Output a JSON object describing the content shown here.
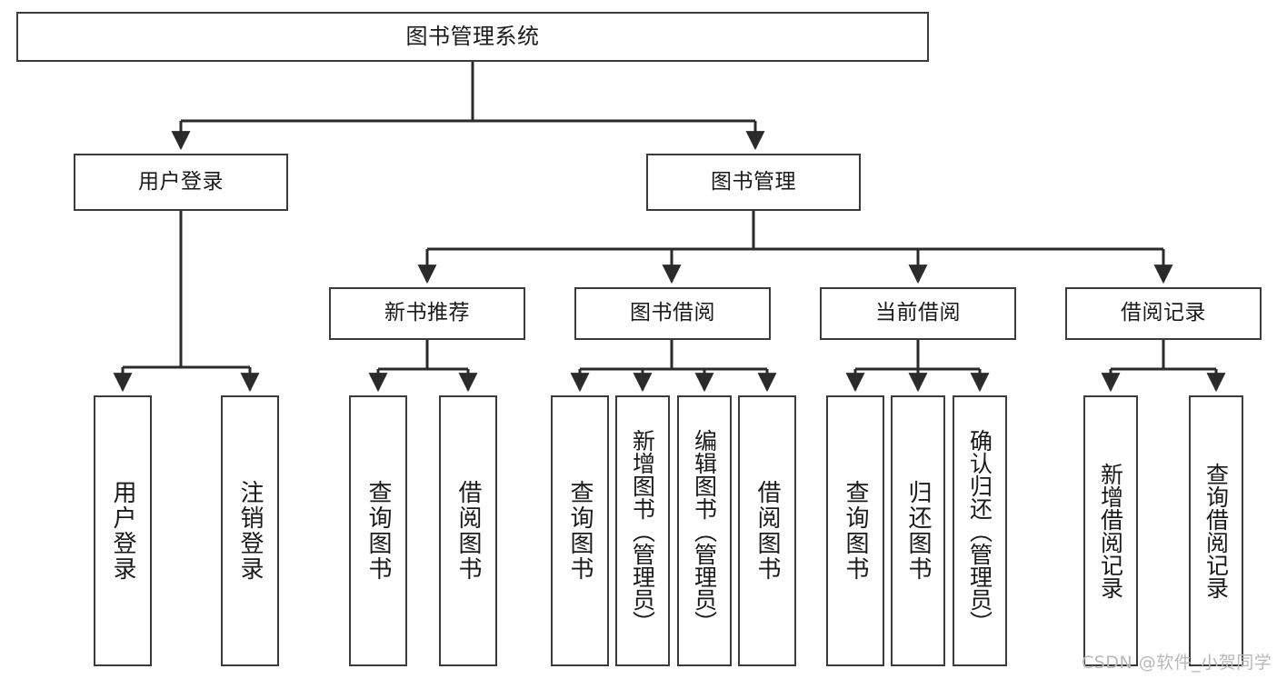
{
  "diagram": {
    "type": "tree",
    "title": "图书管理系统",
    "orientation": "top-down",
    "colors": {
      "node_border": "#3b3b3b",
      "node_fill": "#ffffff",
      "edge": "#2b2b2b",
      "text": "#1a1a1a",
      "watermark": "#b9b9b9",
      "background": "#ffffff"
    },
    "watermark": "CSDN @软件_小贺同学",
    "nodes": {
      "root": {
        "label": "图书管理系统"
      },
      "level2": [
        {
          "label": "用户登录"
        },
        {
          "label": "图书管理"
        }
      ],
      "level3": [
        {
          "label": "新书推荐"
        },
        {
          "label": "图书借阅"
        },
        {
          "label": "当前借阅"
        },
        {
          "label": "借阅记录"
        }
      ],
      "leaves": {
        "user_login": [
          {
            "label": "用户登录"
          },
          {
            "label": "注销登录"
          }
        ],
        "new_book_recommend": [
          {
            "label": "查询图书"
          },
          {
            "label": "借阅图书"
          }
        ],
        "book_borrow": [
          {
            "label": "查询图书"
          },
          {
            "label": "新增图书（管理员）"
          },
          {
            "label": "编辑图书（管理员）"
          },
          {
            "label": "借阅图书"
          }
        ],
        "current_borrow": [
          {
            "label": "查询图书"
          },
          {
            "label": "归还图书"
          },
          {
            "label": "确认归还（管理员）"
          }
        ],
        "borrow_record": [
          {
            "label": "新增借阅记录"
          },
          {
            "label": "查询借阅记录"
          }
        ]
      }
    }
  }
}
